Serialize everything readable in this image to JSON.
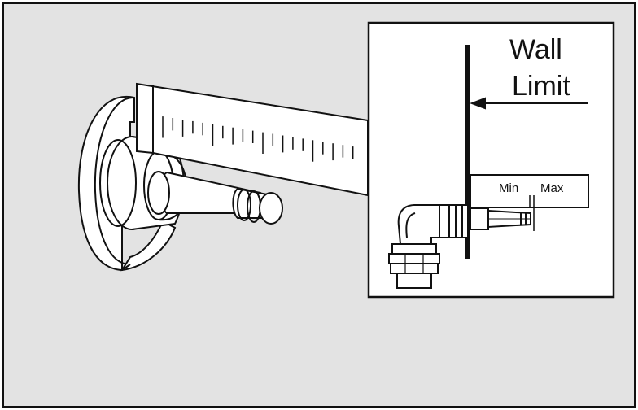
{
  "colors": {
    "background": "#e3e3e3",
    "line": "#111111",
    "inset_background": "#ffffff"
  },
  "inset": {
    "wall_label_line1": "Wall",
    "wall_label_line2": "Limit",
    "gauge_min_label": "Min",
    "gauge_max_label": "Max"
  }
}
